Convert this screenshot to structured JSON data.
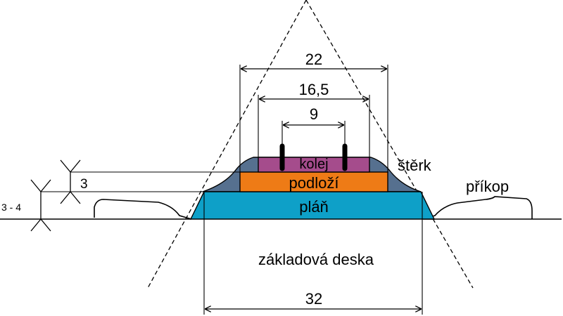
{
  "labels": {
    "kolej": "kolej",
    "sterk": "štěrk",
    "podlozi": "podloží",
    "plan": "pláň",
    "prikop": "příkop",
    "zakladova_deska": "základová deska"
  },
  "dimensions": {
    "top_22": "22",
    "mid_16_5": "16,5",
    "gauge_9": "9",
    "bottom_32": "32",
    "side_3": "3",
    "side_3_4": "3 - 4"
  },
  "colors": {
    "kolej": "#a54c8c",
    "sterk": "#56708f",
    "podlozi": "#ee7b16",
    "plan": "#0ea0c8",
    "lines": "#000000"
  }
}
